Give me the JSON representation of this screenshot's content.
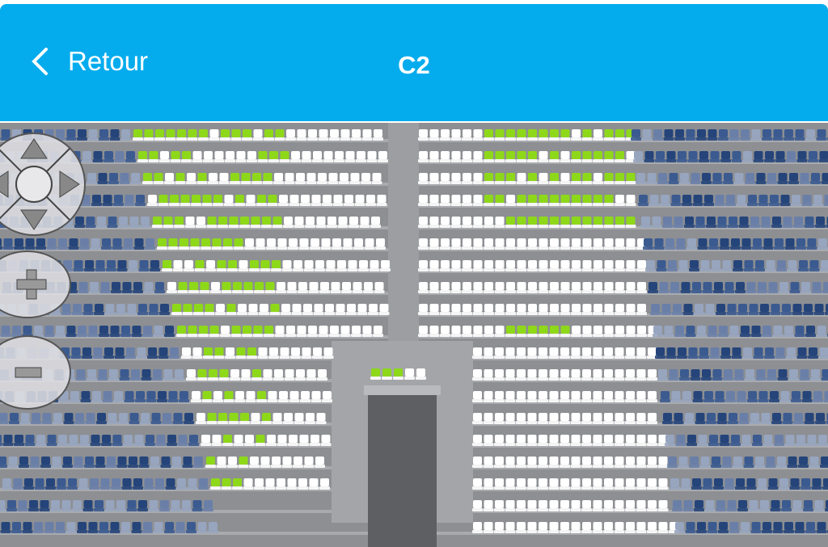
{
  "header": {
    "back_label": "Retour",
    "title": "C2"
  },
  "colors": {
    "header": "#05aced",
    "available": "#8ed81a",
    "free": "#ffffff",
    "other_section": "#2e4f84"
  },
  "controls": {
    "pan": "pan-pad",
    "zoom_in": "+",
    "zoom_out": "−"
  }
}
